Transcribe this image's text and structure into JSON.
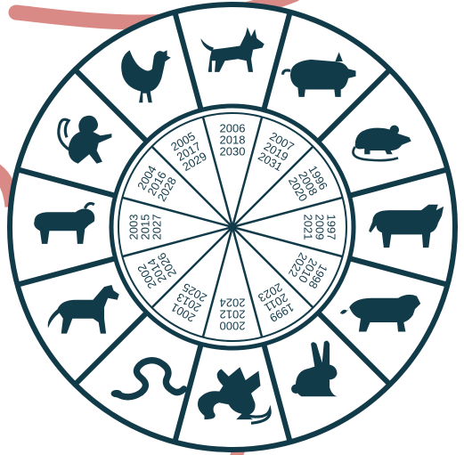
{
  "theme": {
    "navy": "#123b4a",
    "ring_fill": "#ffffff",
    "swoosh": "#d98a86"
  },
  "sectors": [
    {
      "animal": "dog",
      "icon": "dog-icon",
      "years": [
        "2006",
        "2018",
        "2030"
      ]
    },
    {
      "animal": "pig",
      "icon": "pig-icon",
      "years": [
        "2007",
        "2019",
        "2031"
      ]
    },
    {
      "animal": "rat",
      "icon": "rat-icon",
      "years": [
        "1996",
        "2008",
        "2020"
      ]
    },
    {
      "animal": "ox",
      "icon": "ox-icon",
      "years": [
        "1997",
        "2009",
        "2021"
      ]
    },
    {
      "animal": "tiger",
      "icon": "tiger-icon",
      "years": [
        "1998",
        "2010",
        "2022"
      ]
    },
    {
      "animal": "rabbit",
      "icon": "rabbit-icon",
      "years": [
        "1999",
        "2011",
        "2023"
      ]
    },
    {
      "animal": "dragon",
      "icon": "dragon-icon",
      "years": [
        "2000",
        "2012",
        "2024"
      ]
    },
    {
      "animal": "snake",
      "icon": "snake-icon",
      "years": [
        "2001",
        "2013",
        "2025"
      ]
    },
    {
      "animal": "horse",
      "icon": "horse-icon",
      "years": [
        "2002",
        "2014",
        "2026"
      ]
    },
    {
      "animal": "goat",
      "icon": "goat-icon",
      "years": [
        "2003",
        "2015",
        "2027"
      ]
    },
    {
      "animal": "monkey",
      "icon": "monkey-icon",
      "years": [
        "2004",
        "2016",
        "2028"
      ]
    },
    {
      "animal": "rooster",
      "icon": "rooster-icon",
      "years": [
        "2005",
        "2017",
        "2029"
      ]
    }
  ]
}
